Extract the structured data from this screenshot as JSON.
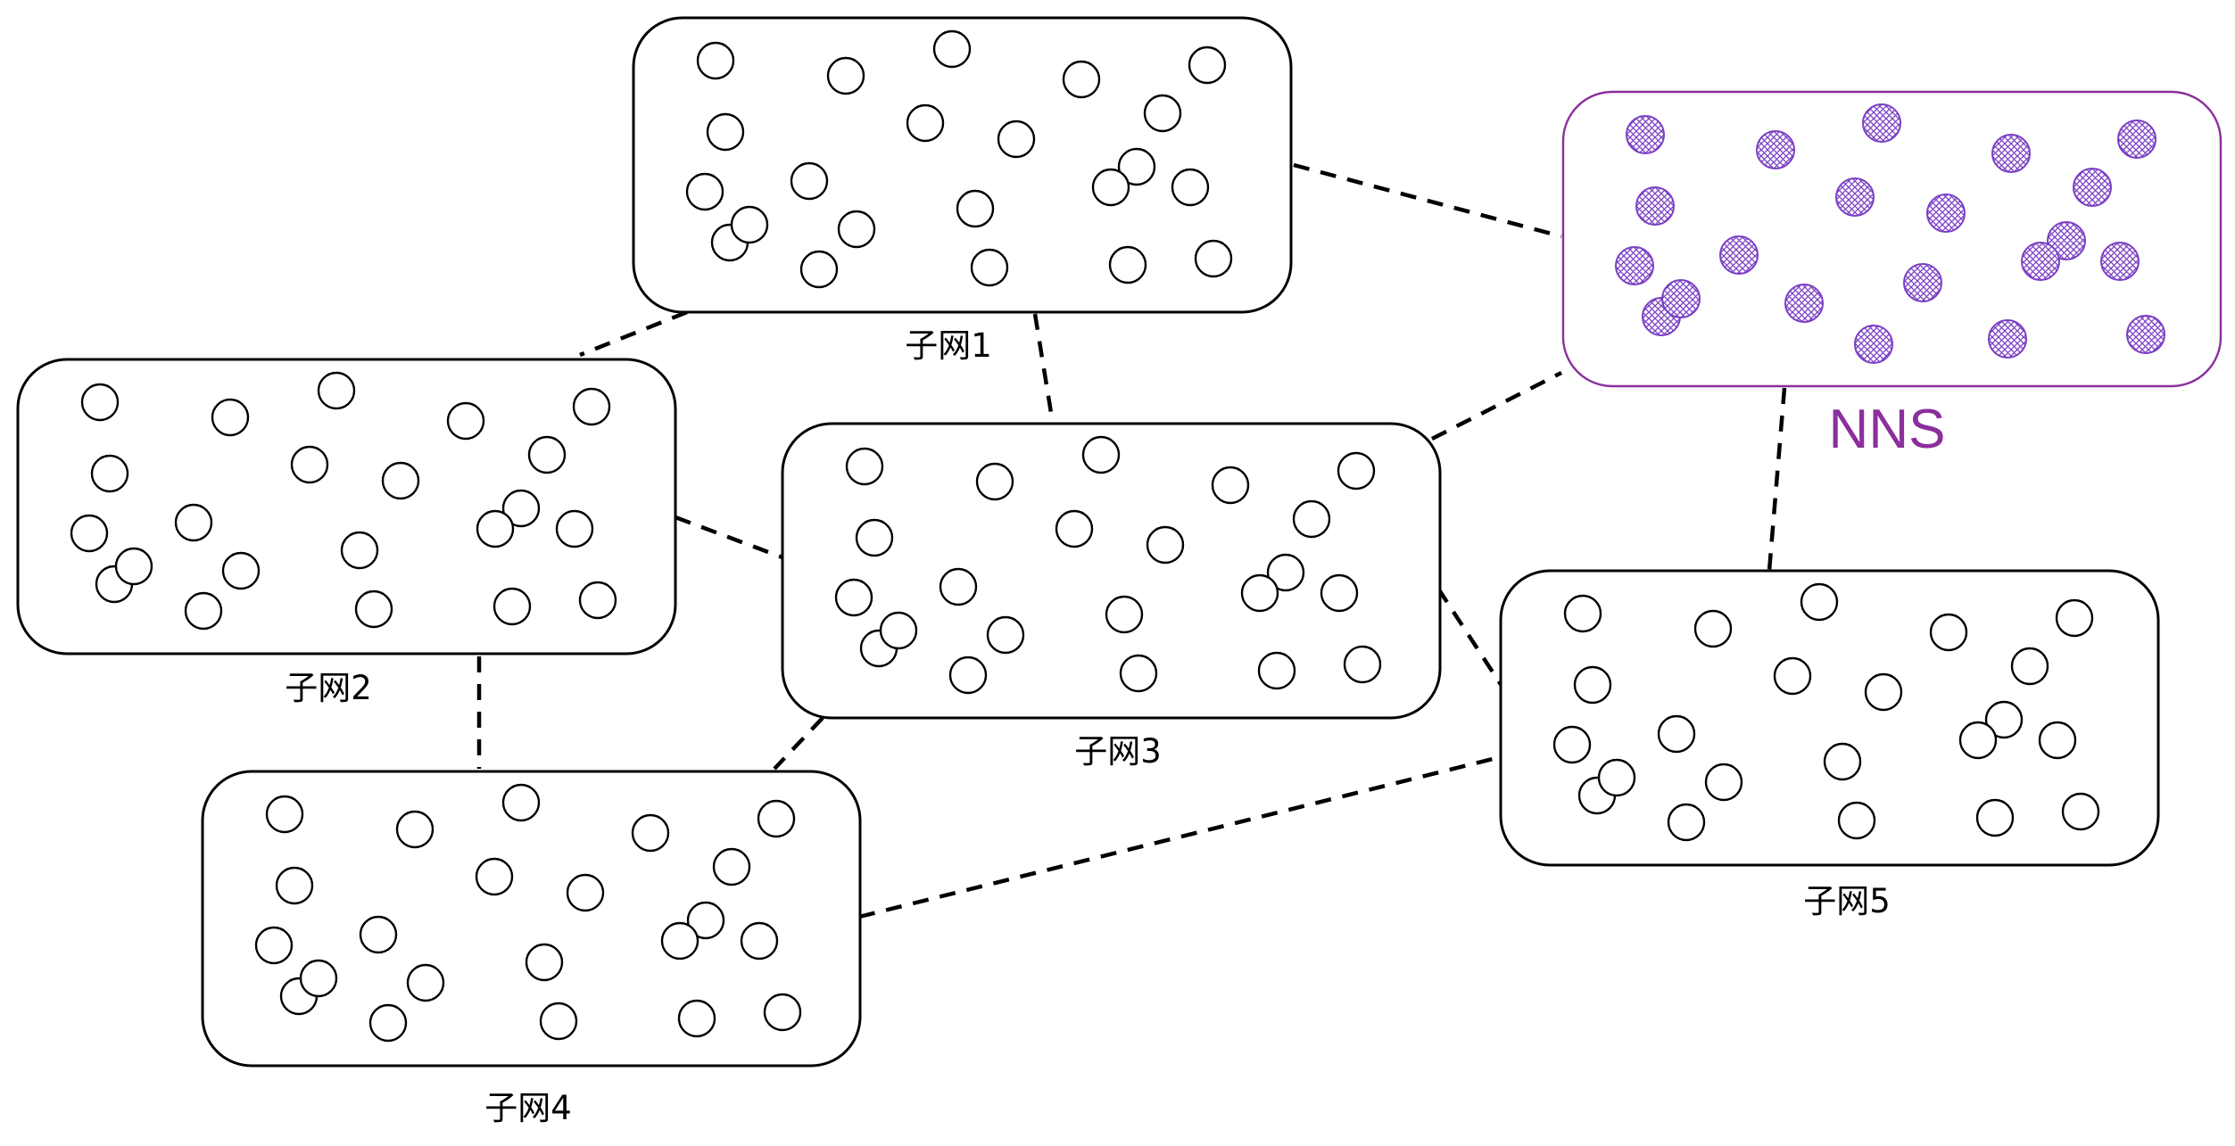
{
  "subnets": [
    {
      "id": "subnet1",
      "label": "子网1"
    },
    {
      "id": "subnet2",
      "label": "子网2"
    },
    {
      "id": "subnet3",
      "label": "子网3"
    },
    {
      "id": "subnet4",
      "label": "子网4"
    },
    {
      "id": "subnet5",
      "label": "子网5"
    }
  ],
  "nns": {
    "label": "NNS",
    "color": "#8b2f9d",
    "node_color": "#7a3fc4"
  },
  "links": [
    [
      "subnet1",
      "nns"
    ],
    [
      "subnet1",
      "subnet2"
    ],
    [
      "subnet1",
      "subnet3"
    ],
    [
      "subnet2",
      "subnet3"
    ],
    [
      "subnet2",
      "subnet4"
    ],
    [
      "subnet3",
      "nns"
    ],
    [
      "subnet3",
      "subnet4"
    ],
    [
      "subnet3",
      "subnet5"
    ],
    [
      "subnet4",
      "subnet5"
    ],
    [
      "nns",
      "subnet5"
    ]
  ],
  "nodes_per_subnet": 22
}
